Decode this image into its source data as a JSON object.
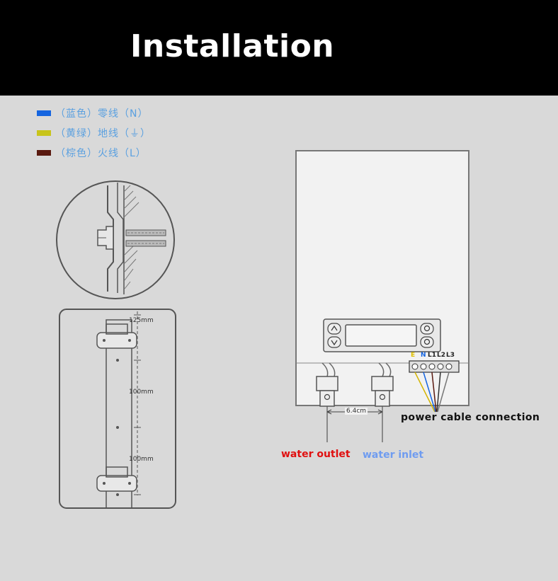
{
  "header": {
    "title": "Installation"
  },
  "legend": [
    {
      "color": "#1565e0",
      "text": "（蓝色）零线（N）",
      "textColor": "#5aa0e0"
    },
    {
      "color": "#c8c41a",
      "text": "（黄绿）地线（⏚）",
      "textColor": "#5aa0e0"
    },
    {
      "color": "#5a1a10",
      "text": "（棕色）火线（L）",
      "textColor": "#5aa0e0"
    }
  ],
  "labels": {
    "water_outlet": "water outlet",
    "water_inlet": "water inlet",
    "power_cable": "power cable connection",
    "outlet_color": "#e01010",
    "inlet_color": "#6f9cf0",
    "power_color": "#111111"
  },
  "dimensions": {
    "top": "125mm",
    "mid": "100mm",
    "bottom": "100mm",
    "pipe_gap": "6.4cm"
  },
  "terminals": [
    "E",
    "N",
    "L1",
    "L2",
    "L3"
  ],
  "terminal_colors": [
    "#e0c000",
    "#1565e0",
    "#222222",
    "#222222",
    "#222222"
  ]
}
